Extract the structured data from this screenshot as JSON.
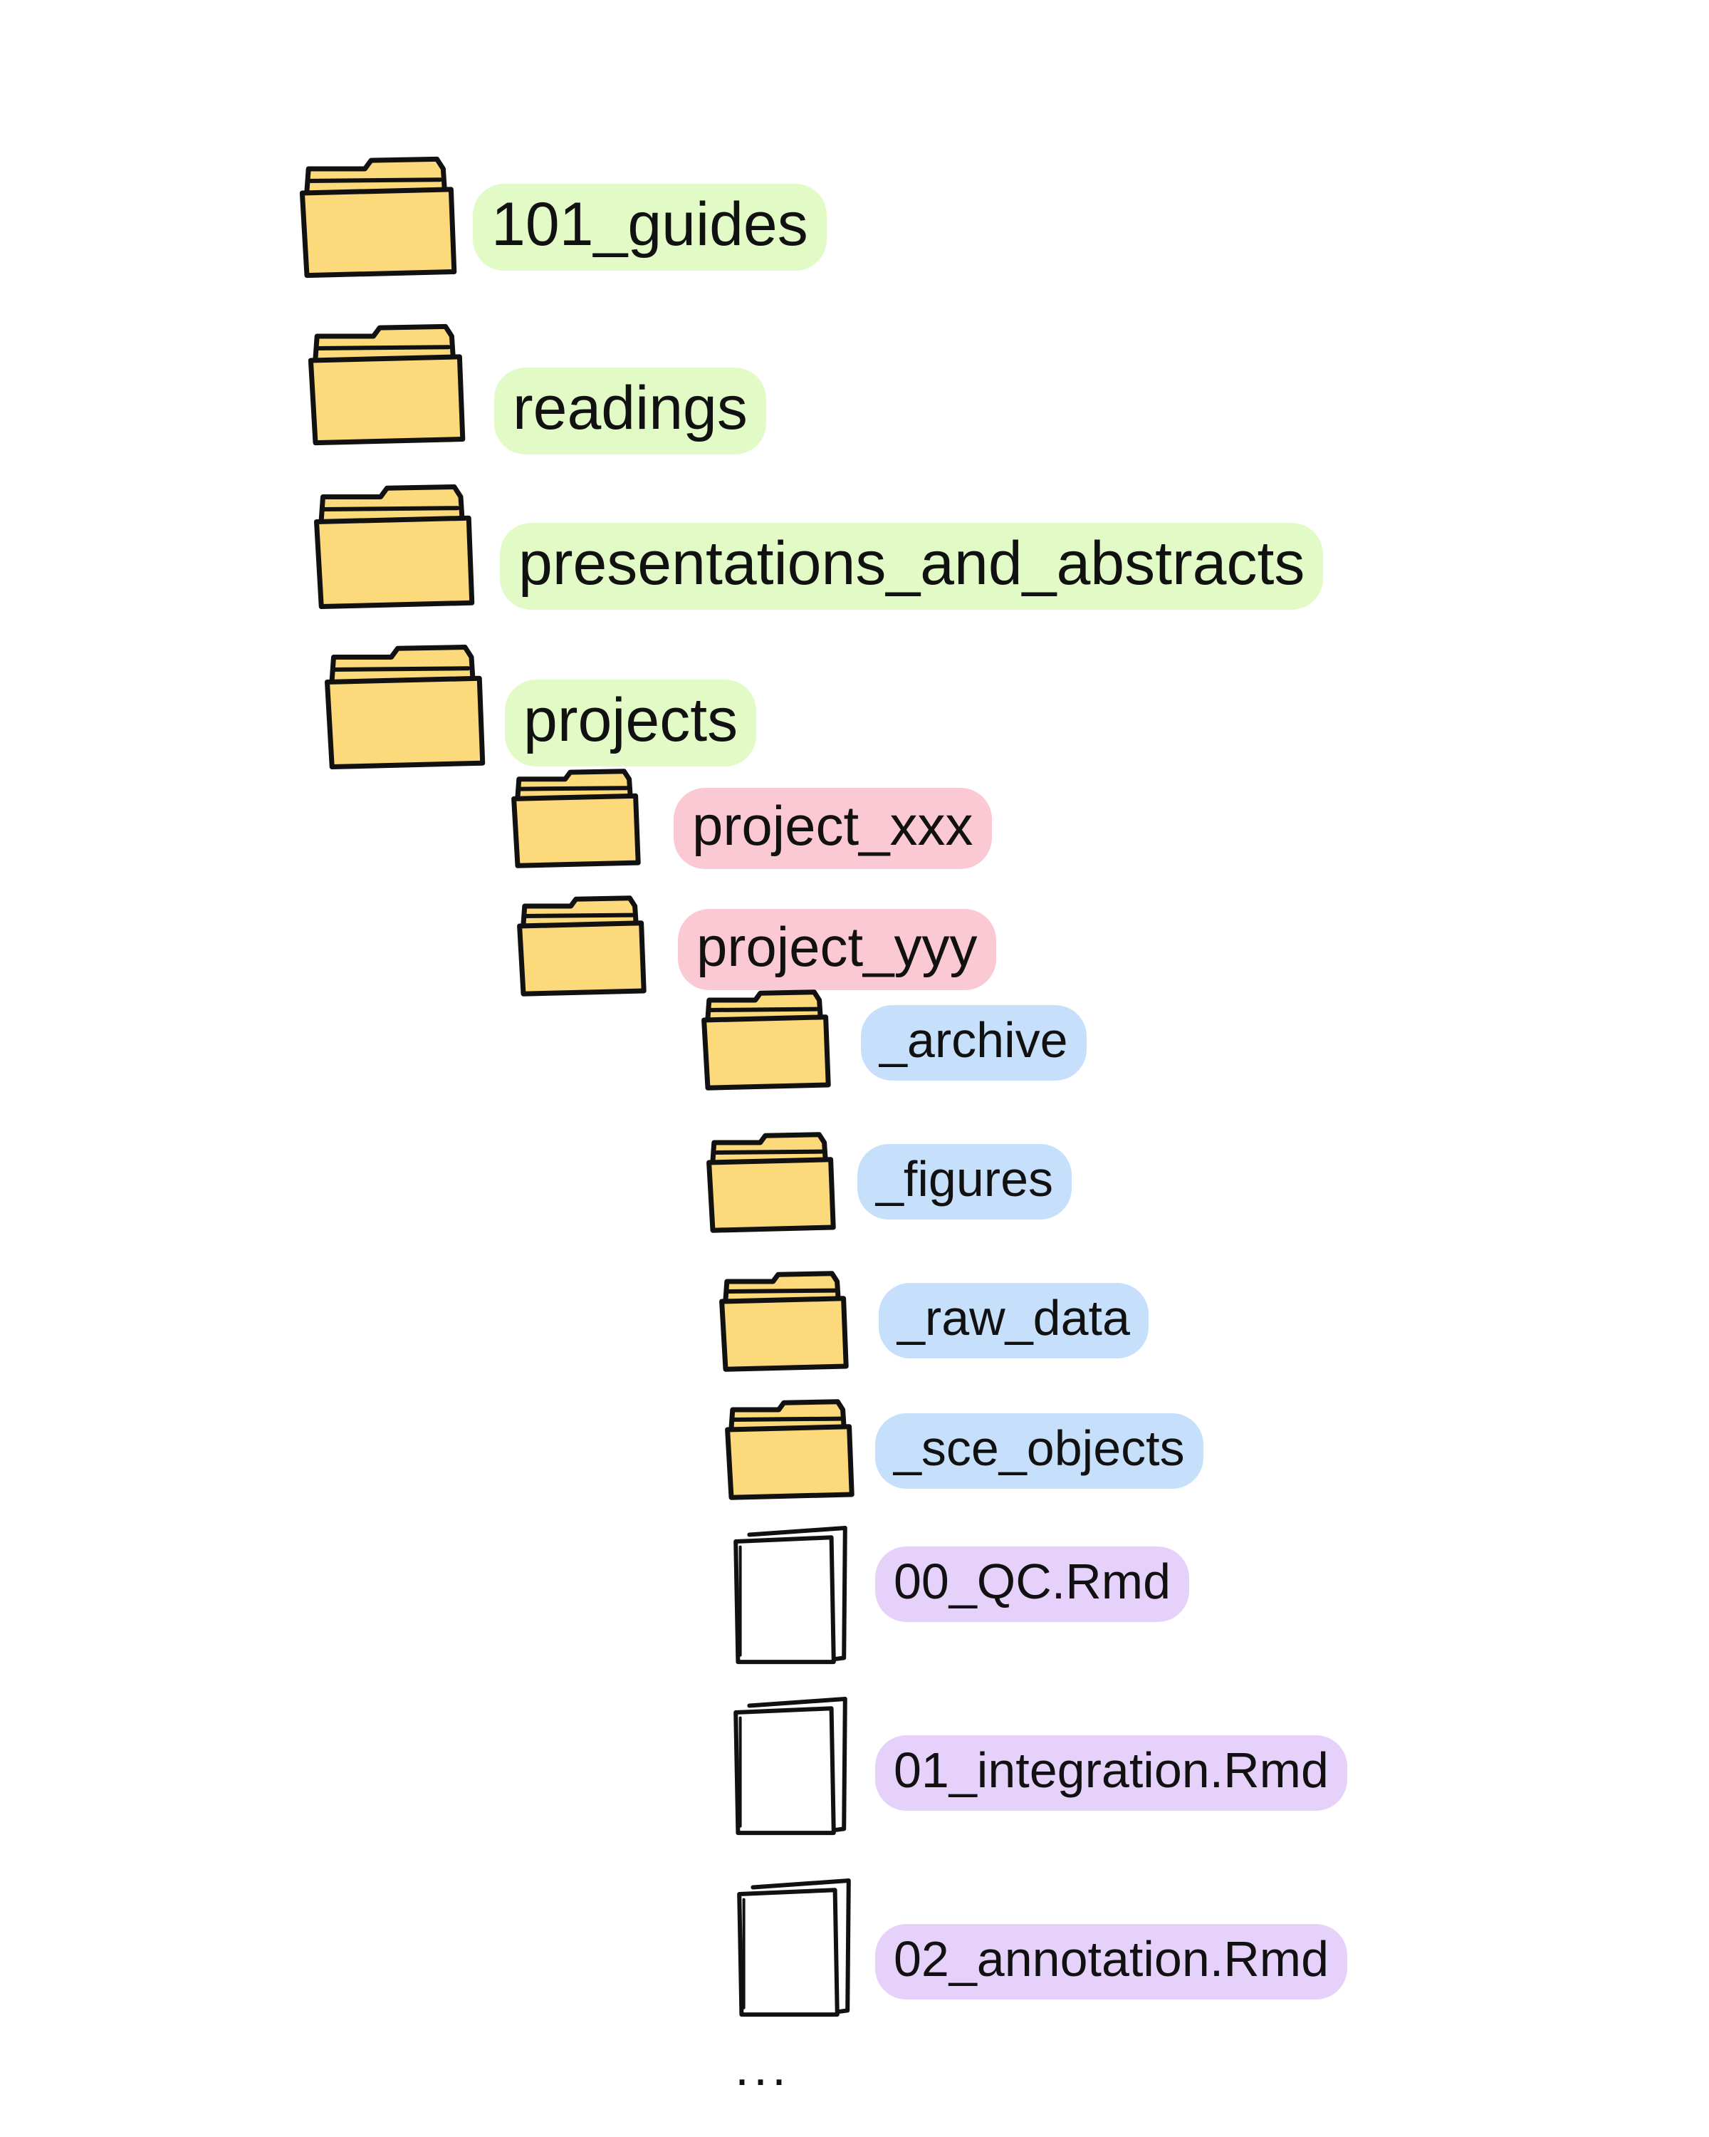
{
  "colors": {
    "folder_fill": "#fcd97b",
    "outline": "#111111",
    "file_fill": "#ffffff",
    "level1_highlight": "#e2fbc6",
    "level2_highlight": "#fbc9d3",
    "level3_folder_highlight": "#c6dffb",
    "level3_file_highlight": "#e6d1fb"
  },
  "tree": {
    "top": [
      {
        "name": "101_guides",
        "type": "folder"
      },
      {
        "name": "readings",
        "type": "folder"
      },
      {
        "name": "presentations_and_abstracts",
        "type": "folder"
      },
      {
        "name": "projects",
        "type": "folder"
      }
    ],
    "projects_children": [
      {
        "name": "project_xxx",
        "type": "folder"
      },
      {
        "name": "project_yyy",
        "type": "folder"
      }
    ],
    "project_yyy_children": [
      {
        "name": "_archive",
        "type": "folder"
      },
      {
        "name": "_figures",
        "type": "folder"
      },
      {
        "name": "_raw_data",
        "type": "folder"
      },
      {
        "name": "_sce_objects",
        "type": "folder"
      },
      {
        "name": "00_QC.Rmd",
        "type": "file"
      },
      {
        "name": "01_integration.Rmd",
        "type": "file"
      },
      {
        "name": "02_annotation.Rmd",
        "type": "file"
      }
    ],
    "more_indicator": "..."
  }
}
